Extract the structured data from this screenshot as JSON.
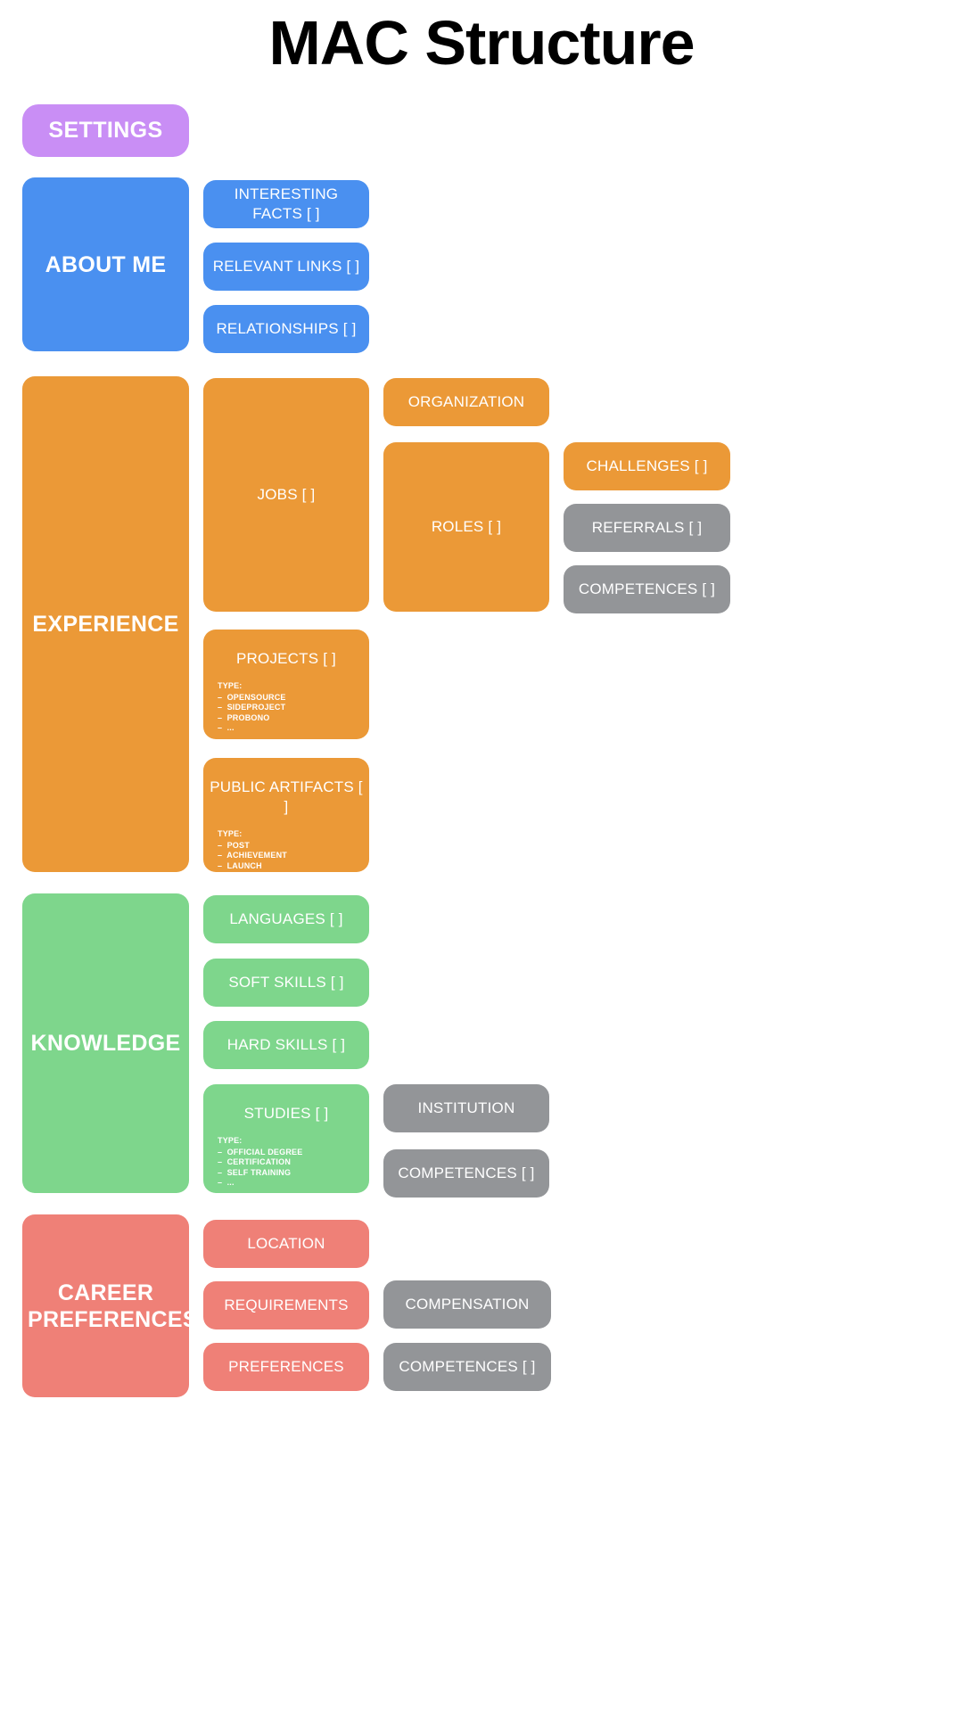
{
  "page": {
    "title": "MAC Structure",
    "background": "#ffffff"
  },
  "colors": {
    "settings": "#c98ef5",
    "about": "#4a90f0",
    "experience": "#eb9937",
    "knowledge": "#7ed68c",
    "career": "#ef8077",
    "gray": "#939598",
    "title_text": "#000000",
    "card_text": "#ffffff"
  },
  "settings": {
    "label": "SETTINGS"
  },
  "sections": [
    {
      "key": "about",
      "label": "ABOUT ME",
      "color": "#4a90f0",
      "children": [
        {
          "label": "INTERESTING FACTS [ ]",
          "color": "#4a90f0"
        },
        {
          "label": "RELEVANT LINKS [ ]",
          "color": "#4a90f0"
        },
        {
          "label": "RELATIONSHIPS [ ]",
          "color": "#4a90f0"
        }
      ]
    },
    {
      "key": "experience",
      "label": "EXPERIENCE",
      "color": "#eb9937",
      "children": [
        {
          "label": "JOBS [ ]",
          "color": "#eb9937"
        },
        {
          "label": "PROJECTS [ ]",
          "color": "#eb9937",
          "type_head": "TYPE:",
          "types": [
            "OPENSOURCE",
            "SIDEPROJECT",
            "PROBONO",
            "..."
          ]
        },
        {
          "label": "PUBLIC ARTIFACTS [ ]",
          "color": "#eb9937",
          "type_head": "TYPE:",
          "types": [
            "POST",
            "ACHIEVEMENT",
            "LAUNCH",
            "..."
          ]
        },
        {
          "label": "ORGANIZATION",
          "color": "#eb9937"
        },
        {
          "label": "ROLES [ ]",
          "color": "#eb9937"
        },
        {
          "label": "CHALLENGES [ ]",
          "color": "#eb9937"
        },
        {
          "label": "REFERRALS [ ]",
          "color": "#939598"
        },
        {
          "label": "COMPETENCES [ ]",
          "color": "#939598"
        }
      ]
    },
    {
      "key": "knowledge",
      "label": "KNOWLEDGE",
      "color": "#7ed68c",
      "children": [
        {
          "label": "LANGUAGES [ ]",
          "color": "#7ed68c"
        },
        {
          "label": "SOFT SKILLS [ ]",
          "color": "#7ed68c"
        },
        {
          "label": "HARD SKILLS [ ]",
          "color": "#7ed68c"
        },
        {
          "label": "STUDIES [ ]",
          "color": "#7ed68c",
          "type_head": "TYPE:",
          "types": [
            "OFFICIAL DEGREE",
            "CERTIFICATION",
            "SELF TRAINING",
            "..."
          ]
        },
        {
          "label": "INSTITUTION",
          "color": "#939598"
        },
        {
          "label": "COMPETENCES [ ]",
          "color": "#939598"
        }
      ]
    },
    {
      "key": "career",
      "label": "CAREER PREFERENCES",
      "label_line1": "CAREER",
      "label_line2": "PREFERENCES",
      "color": "#ef8077",
      "children": [
        {
          "label": "LOCATION",
          "color": "#ef8077"
        },
        {
          "label": "REQUIREMENTS",
          "color": "#ef8077"
        },
        {
          "label": "PREFERENCES",
          "color": "#ef8077"
        },
        {
          "label": "COMPENSATION",
          "color": "#939598"
        },
        {
          "label": "COMPETENCES [ ]",
          "color": "#939598"
        }
      ]
    }
  ]
}
